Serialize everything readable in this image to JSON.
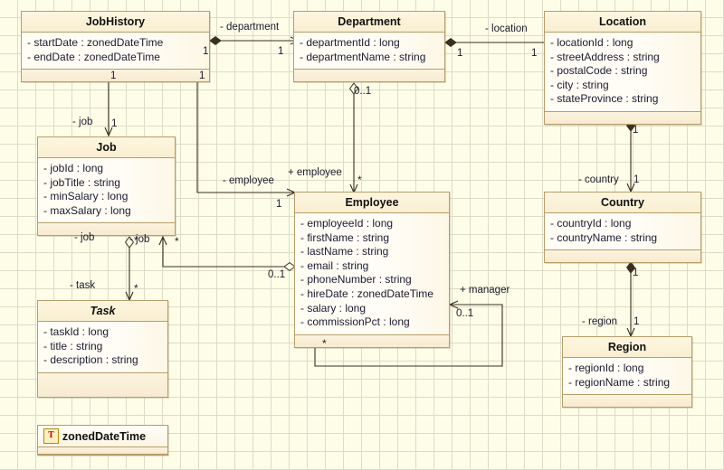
{
  "diagram": {
    "title": "UML Class Diagram",
    "background_color": "#fdfde8",
    "grid_color": "#dcdcc8",
    "class_border_color": "#b79d6a",
    "class_header_color": "#faefd4",
    "line_color": "#3b3020"
  },
  "classes": [
    {
      "id": "jobhistory",
      "name": "JobHistory",
      "abstract": false,
      "attributes": [
        "- startDate : zonedDateTime",
        "- endDate : zonedDateTime"
      ]
    },
    {
      "id": "department",
      "name": "Department",
      "abstract": false,
      "attributes": [
        "- departmentId : long",
        "- departmentName : string"
      ]
    },
    {
      "id": "location",
      "name": "Location",
      "abstract": false,
      "attributes": [
        "- locationId : long",
        "- streetAddress : string",
        "- postalCode : string",
        "- city : string",
        "- stateProvince : string"
      ]
    },
    {
      "id": "job",
      "name": "Job",
      "abstract": false,
      "attributes": [
        "- jobId : long",
        "- jobTitle : string",
        "- minSalary : long",
        "- maxSalary : long"
      ]
    },
    {
      "id": "employee",
      "name": "Employee",
      "abstract": false,
      "attributes": [
        "- employeeId : long",
        "- firstName : string",
        "- lastName : string",
        "- email : string",
        "- phoneNumber : string",
        "- hireDate : zonedDateTime",
        "- salary : long",
        "- commissionPct : long"
      ]
    },
    {
      "id": "country",
      "name": "Country",
      "abstract": false,
      "attributes": [
        "- countryId : long",
        "- countryName : string"
      ]
    },
    {
      "id": "task",
      "name": "Task",
      "abstract": true,
      "attributes": [
        "- taskId : long",
        "- title : string",
        "- description : string"
      ]
    },
    {
      "id": "region",
      "name": "Region",
      "abstract": false,
      "attributes": [
        "- regionId : long",
        "- regionName : string"
      ]
    }
  ],
  "datatypes": [
    {
      "id": "zoneddatetime",
      "name": "zonedDateTime",
      "icon": "datatype-t-icon",
      "icon_glyph": "T"
    }
  ],
  "associations": [
    {
      "id": "jobhistory-department",
      "label": "- department",
      "source_mult": "1",
      "target_mult": "1"
    },
    {
      "id": "department-location",
      "label": "- location",
      "source_mult": "1",
      "target_mult": "1"
    },
    {
      "id": "jobhistory-job",
      "label": "- job",
      "source_mult": "1",
      "target_mult": "1"
    },
    {
      "id": "jobhistory-employee",
      "label": "- employee",
      "source_mult": "1",
      "target_mult": "1"
    },
    {
      "id": "department-employee",
      "label": "+ employee",
      "source_mult": "0..1",
      "target_mult": "*"
    },
    {
      "id": "job-task",
      "label": "- job",
      "source_mult": "*",
      "target_mult": "*",
      "end_label": "- task"
    },
    {
      "id": "employee-job",
      "label": "- job",
      "source_mult": "*",
      "target_mult": "0..1"
    },
    {
      "id": "employee-manager",
      "label": "+ manager",
      "source_mult": "*",
      "target_mult": "0..1"
    },
    {
      "id": "location-country",
      "label": "- country",
      "source_mult": "1",
      "target_mult": "1"
    },
    {
      "id": "country-region",
      "label": "- region",
      "source_mult": "1",
      "target_mult": "1"
    }
  ],
  "labels": {
    "department": "- department",
    "location": "- location",
    "job_from_history": "- job",
    "employee_from_history": "- employee",
    "employee_from_department": "+ employee",
    "job_to_task": "- job",
    "task": "- task",
    "job_from_employee": "- job",
    "manager": "+ manager",
    "country": "- country",
    "region": "- region"
  },
  "multiplicities": {
    "jh_dept_src": "1",
    "jh_dept_tgt": "1",
    "dept_loc_src": "1",
    "dept_loc_tgt": "1",
    "jh_job_src": "1",
    "jh_job_tgt": "1",
    "jh_emp_src": "1",
    "jh_emp_tgt": "1",
    "dept_emp_src": "0..1",
    "dept_emp_tgt": "*",
    "job_task_src": "*",
    "job_task_tgt": "*",
    "emp_job_src": "*",
    "emp_job_tgt": "0..1",
    "mgr_src": "*",
    "mgr_tgt": "0..1",
    "loc_country_src": "1",
    "loc_country_tgt": "1",
    "country_region_src": "1",
    "country_region_tgt": "1"
  }
}
